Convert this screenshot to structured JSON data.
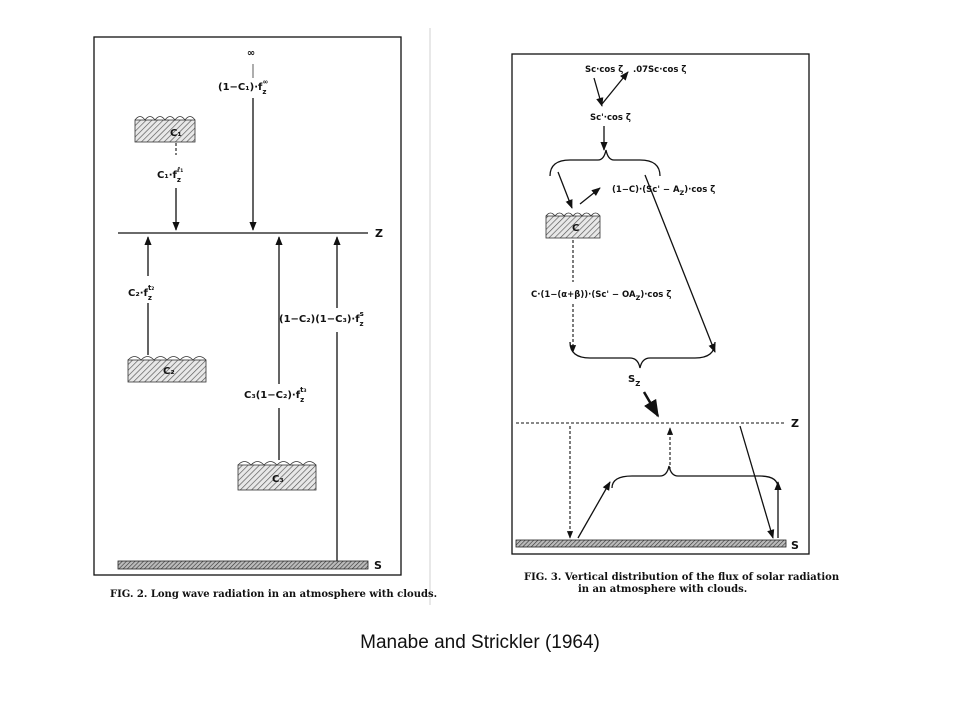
{
  "fig2": {
    "caption": "FIG. 2. Long wave radiation in an atmosphere with clouds.",
    "level_z": "Z",
    "level_s": "S",
    "top_symbol": "∞",
    "flux_top": "(1−C₁)·f",
    "flux_top_sub": "z",
    "flux_top_sup": "∞",
    "cloud1": "C₁",
    "flux_c1": "C₁·f",
    "flux_c1_sub": "z",
    "flux_c1_sup": "ℓ₁",
    "cloud2": "C₂",
    "flux_c2": "C₂·f",
    "flux_c2_sub": "z",
    "flux_c2_sup": "t₂",
    "cloud3": "C₃",
    "flux_c3": "C₃(1−C₂)·f",
    "flux_c3_sub": "z",
    "flux_c3_sup": "t₃",
    "flux_ground": "(1−C₂)(1−C₃)·f",
    "flux_ground_sub": "z",
    "flux_ground_sup": "s"
  },
  "fig3": {
    "caption_line1": "FIG. 3. Vertical distribution of the flux of solar radiation",
    "caption_line2": "in an atmosphere with clouds.",
    "level_z": "Z",
    "level_s": "S",
    "incoming": "Sc·cos ζ",
    "ozone_abs": ".07Sc·cos ζ",
    "after_ozone": "Sc'·cos ζ",
    "clear_path": "(1−C)·(Sc' − A",
    "clear_path_sub": "Z",
    "clear_path_end": ")·cos ζ",
    "cloud": "C",
    "cloudy_path": "C·(1−(α+β))·(Sc' − OA",
    "cloudy_path_sub": "Z",
    "cloudy_path_end": ")·cos ζ",
    "sum_label": "S",
    "sum_sub": "Z"
  },
  "credit": "Manabe and Strickler (1964)"
}
